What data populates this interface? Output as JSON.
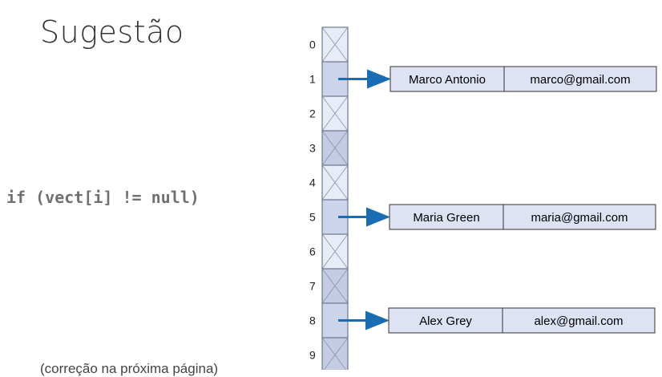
{
  "title": "Sugestão",
  "code_line": "if (vect[i] != null)",
  "footnote": "(correção na próxima página)",
  "colors": {
    "cell_empty": "#e8ecf7",
    "cell_shaded": "#c5cbe3",
    "cell_filled": "#ccd4ec",
    "arrow": "#1b6db3"
  },
  "array": {
    "cells": [
      {
        "index": "0",
        "filled": false
      },
      {
        "index": "1",
        "filled": true
      },
      {
        "index": "2",
        "filled": false
      },
      {
        "index": "3",
        "filled": false
      },
      {
        "index": "4",
        "filled": false
      },
      {
        "index": "5",
        "filled": true
      },
      {
        "index": "6",
        "filled": false
      },
      {
        "index": "7",
        "filled": false
      },
      {
        "index": "8",
        "filled": true
      },
      {
        "index": "9",
        "filled": false
      }
    ]
  },
  "records": [
    {
      "slot": 1,
      "name": "Marco Antonio",
      "email": "marco@gmail.com"
    },
    {
      "slot": 5,
      "name": "Maria Green",
      "email": "maria@gmail.com"
    },
    {
      "slot": 8,
      "name": "Alex Grey",
      "email": "alex@gmail.com"
    }
  ]
}
